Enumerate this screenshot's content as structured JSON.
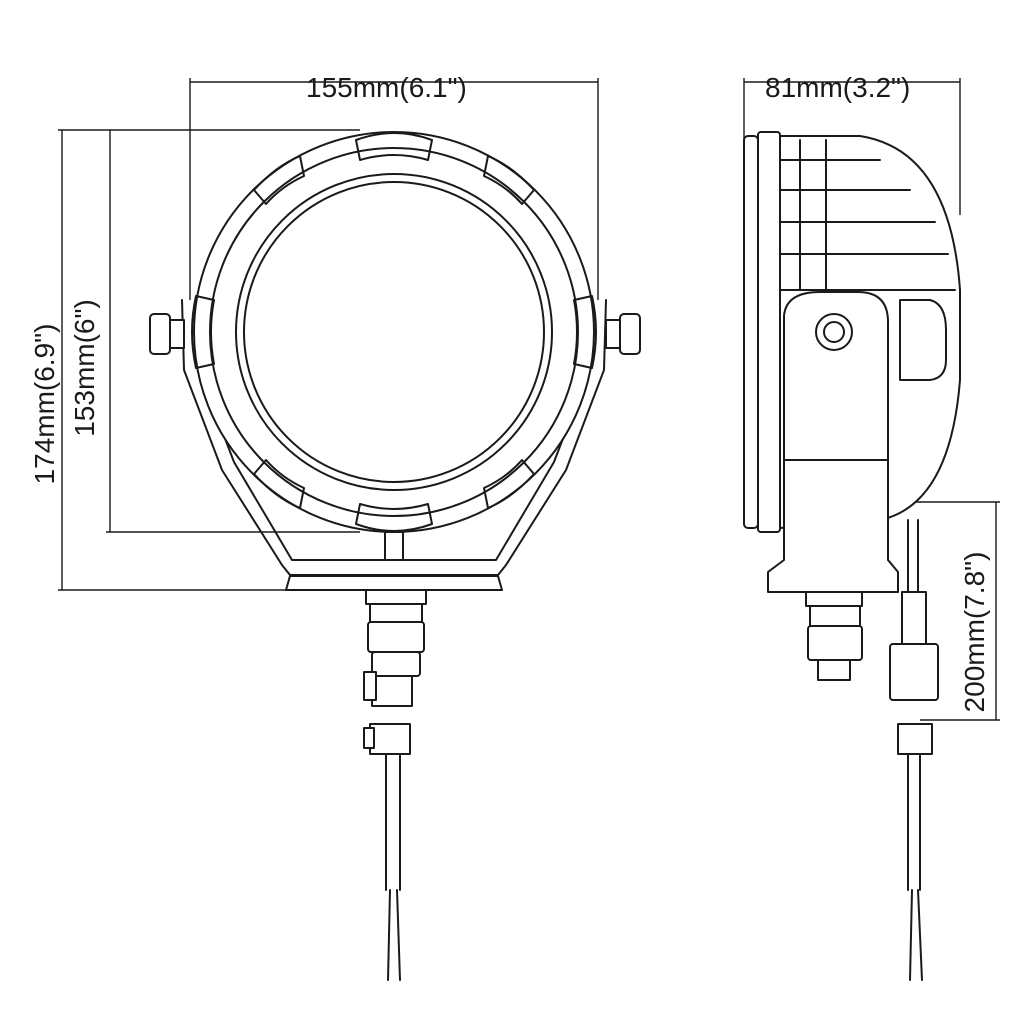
{
  "dimensions": {
    "front_width": "155mm(6.1\")",
    "front_total_height": "174mm(6.9\")",
    "front_lamp_height": "153mm(6\")",
    "side_depth": "81mm(3.2\")",
    "cable_length": "200mm(7.8\")"
  },
  "colors": {
    "line": "#1a1a1a",
    "background": "#ffffff"
  }
}
